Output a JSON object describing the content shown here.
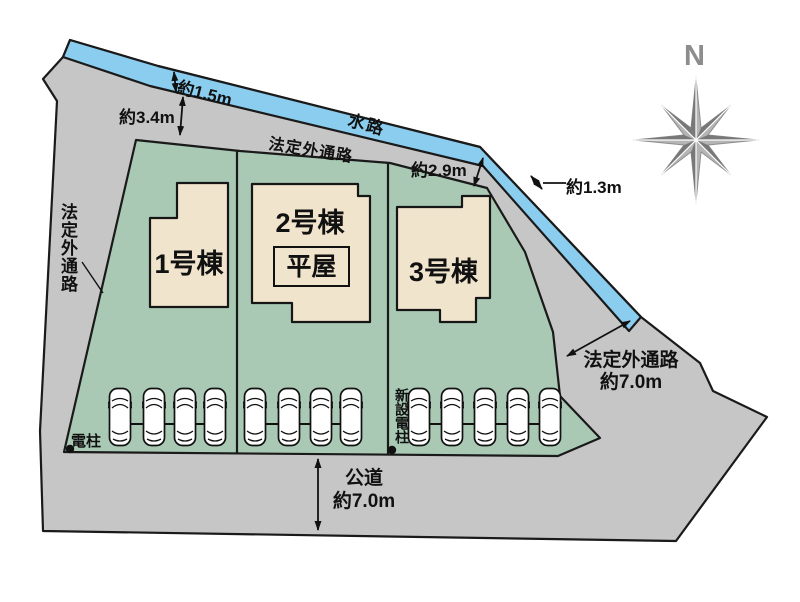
{
  "site_plan": {
    "waterway": {
      "label": "水路",
      "width_label": "約1.5m"
    },
    "roads": {
      "top": {
        "label": "法定外通路",
        "width_label": "約3.4m",
        "mid_width_label": "約2.9m"
      },
      "waterway_right_width_label": "約1.3m",
      "left": {
        "label": "法定外通路"
      },
      "right": {
        "label": "法定外通路",
        "width_label": "約7.0m"
      },
      "bottom": {
        "label": "公道",
        "width_label": "約7.0m"
      }
    },
    "lots": [
      {
        "building": "1号棟",
        "cars": 4
      },
      {
        "building": "2号棟",
        "note": "平屋",
        "cars": 4
      },
      {
        "building": "3号棟",
        "cars": 5
      }
    ],
    "poles": {
      "existing": "電柱",
      "new": "新設電柱"
    },
    "compass": {
      "label": "N"
    },
    "colors": {
      "road": "#c6c6c6",
      "waterway": "#8bcdef",
      "lot_green": "#a9c9b4",
      "building": "#f0e4cc",
      "outline": "#1a1a1a",
      "compass_gray": "#8d8d8d"
    }
  }
}
